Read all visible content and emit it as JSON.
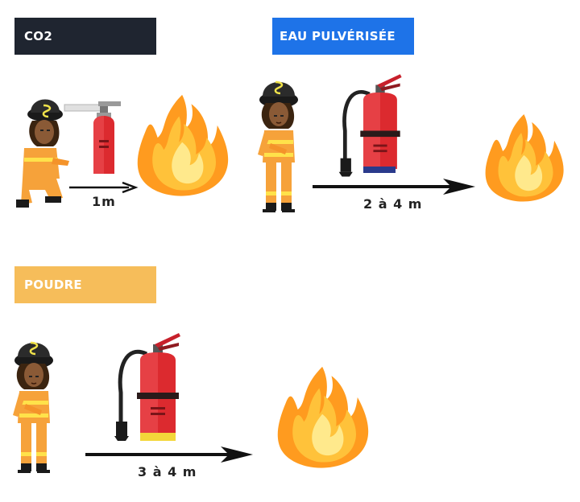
{
  "sections": [
    {
      "id": "co2",
      "label": "CO2",
      "color": "#1f2530",
      "distance": "1m"
    },
    {
      "id": "eau",
      "label": "EAU PULVÉRISÉE",
      "color": "#1e73e8",
      "distance": "2 à 4 m"
    },
    {
      "id": "poudre",
      "label": "POUDRE",
      "color": "#f6bd5a",
      "distance": "3 à 4 m"
    }
  ],
  "icons": {
    "firefighter": "firefighter-icon",
    "extinguisher_co2": "co2-extinguisher-icon",
    "extinguisher": "extinguisher-icon",
    "fire": "fire-icon",
    "arrow": "arrow-icon"
  }
}
